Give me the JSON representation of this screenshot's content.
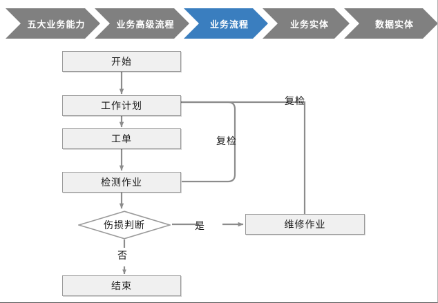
{
  "breadcrumb": {
    "active_color": "#3a7ebf",
    "inactive_color": "#808080",
    "text_color": "#ffffff",
    "items": [
      {
        "label": "五大业务能力",
        "active": false
      },
      {
        "label": "业务高级流程",
        "active": false
      },
      {
        "label": "业务流程",
        "active": true
      },
      {
        "label": "业务实体",
        "active": false
      },
      {
        "label": "数据实体",
        "active": false
      }
    ]
  },
  "flowchart": {
    "node_fill": "#f0f0f0",
    "node_border": "#9a9a9a",
    "connector_color": "#808080",
    "nodes": [
      {
        "id": "start",
        "label": "开始",
        "shape": "rect"
      },
      {
        "id": "work-plan",
        "label": "工作计划",
        "shape": "rect"
      },
      {
        "id": "work-order",
        "label": "工单",
        "shape": "rect"
      },
      {
        "id": "inspection-task",
        "label": "检测作业",
        "shape": "rect"
      },
      {
        "id": "damage-decision",
        "label": "伤损判断",
        "shape": "diamond"
      },
      {
        "id": "repair-task",
        "label": "维修作业",
        "shape": "rect"
      },
      {
        "id": "end",
        "label": "结束",
        "shape": "rect"
      }
    ],
    "edge_labels": [
      {
        "id": "recheck-inner",
        "label": "复检"
      },
      {
        "id": "recheck-outer",
        "label": "复检"
      },
      {
        "id": "yes",
        "label": "是"
      },
      {
        "id": "no",
        "label": "否"
      }
    ]
  }
}
